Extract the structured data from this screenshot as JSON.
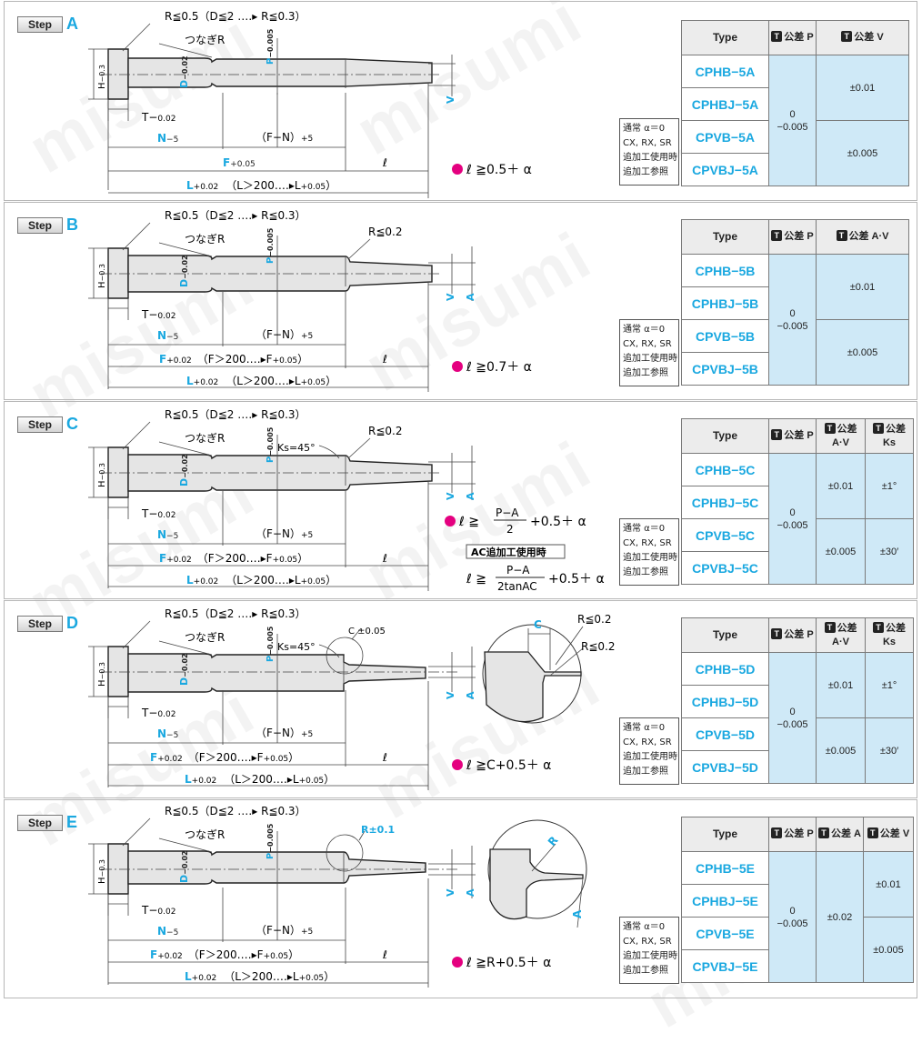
{
  "step_label": "Step",
  "dims": {
    "r_head": "R≦0.5（D≦2 ‥‥▸ R≦0.3）",
    "tsunagi": "つなぎR",
    "H": "H",
    "H_tol": "−0.3",
    "tol_zero": "0",
    "D": "D",
    "D_tol": "−0.02",
    "P": "P",
    "P_tol": "−0.005",
    "T": "T−",
    "T_tol": "0.02",
    "N": "N",
    "N_tol": "−5",
    "FN": "（F−N）",
    "plus5": "+5",
    "F": "F",
    "F_tol_a": "+0.05",
    "F_tol": "+0.02",
    "F_long": "（F＞200‥‥▸F",
    "F_long_tol": "+0.05",
    "L": "L",
    "L_tol": "+0.02",
    "L_long": "（L＞200‥‥▸L",
    "L_long_tol": "+0.05",
    "paren": "）",
    "ell": "ℓ",
    "V": "V",
    "A": "A",
    "Rtip": "R≦0.2",
    "Ks45": "Ks=45°",
    "C_tol": "C ±0.05",
    "C": "C",
    "R_tol": "R±0.1",
    "R": "R"
  },
  "note": "通常 α＝0\nCX, RX, SR\n追加工使用時\n追加工参照",
  "steps": [
    {
      "letter": "A",
      "formula": "ℓ ≧0.5＋ α",
      "headers": [
        "Type",
        "公差 P",
        "公差 V"
      ],
      "types": [
        "CPHB−5A",
        "CPHBJ−5A",
        "CPVB−5A",
        "CPVBJ−5A"
      ],
      "tol_p": "0\n−0.005",
      "tol_cols": [
        [
          "±0.01",
          "±0.005"
        ]
      ]
    },
    {
      "letter": "B",
      "formula": "ℓ ≧0.7＋ α",
      "headers": [
        "Type",
        "公差 P",
        "公差 A·V"
      ],
      "types": [
        "CPHB−5B",
        "CPHBJ−5B",
        "CPVB−5B",
        "CPVBJ−5B"
      ],
      "tol_p": "0\n−0.005",
      "tol_cols": [
        [
          "±0.01",
          "±0.005"
        ]
      ]
    },
    {
      "letter": "C",
      "formula_a": "ℓ ≧",
      "formula_frac1_num": "P−A",
      "formula_frac1_den": "2",
      "formula_tail": "+0.5＋ α",
      "ac_label": "AC追加工使用時",
      "formula_frac2_num": "P−A",
      "formula_frac2_den": "2tanAC",
      "headers": [
        "Type",
        "公差 P",
        "公差 A·V",
        "公差 Ks"
      ],
      "types": [
        "CPHB−5C",
        "CPHBJ−5C",
        "CPVB−5C",
        "CPVBJ−5C"
      ],
      "tol_p": "0\n−0.005",
      "tol_cols": [
        [
          "±0.01",
          "±0.005"
        ],
        [
          "±1°",
          "±30′"
        ]
      ]
    },
    {
      "letter": "D",
      "formula": "ℓ ≧C+0.5＋ α",
      "headers": [
        "Type",
        "公差 P",
        "公差 A·V",
        "公差 Ks"
      ],
      "types": [
        "CPHB−5D",
        "CPHBJ−5D",
        "CPVB−5D",
        "CPVBJ−5D"
      ],
      "tol_p": "0\n−0.005",
      "tol_cols": [
        [
          "±0.01",
          "±0.005"
        ],
        [
          "±1°",
          "±30′"
        ]
      ]
    },
    {
      "letter": "E",
      "formula": "ℓ ≧R+0.5＋ α",
      "headers": [
        "Type",
        "公差 P",
        "公差 A",
        "公差 V"
      ],
      "types": [
        "CPHB−5E",
        "CPHBJ−5E",
        "CPVB−5E",
        "CPVBJ−5E"
      ],
      "tol_p": "0\n−0.005",
      "tol_a": "±0.02",
      "tol_cols": [
        [
          "±0.01",
          "±0.005"
        ]
      ]
    }
  ],
  "watermark": "misumi",
  "colors": {
    "accent": "#1aa8e0",
    "cell": "#cfe9f7",
    "header": "#ececec"
  }
}
